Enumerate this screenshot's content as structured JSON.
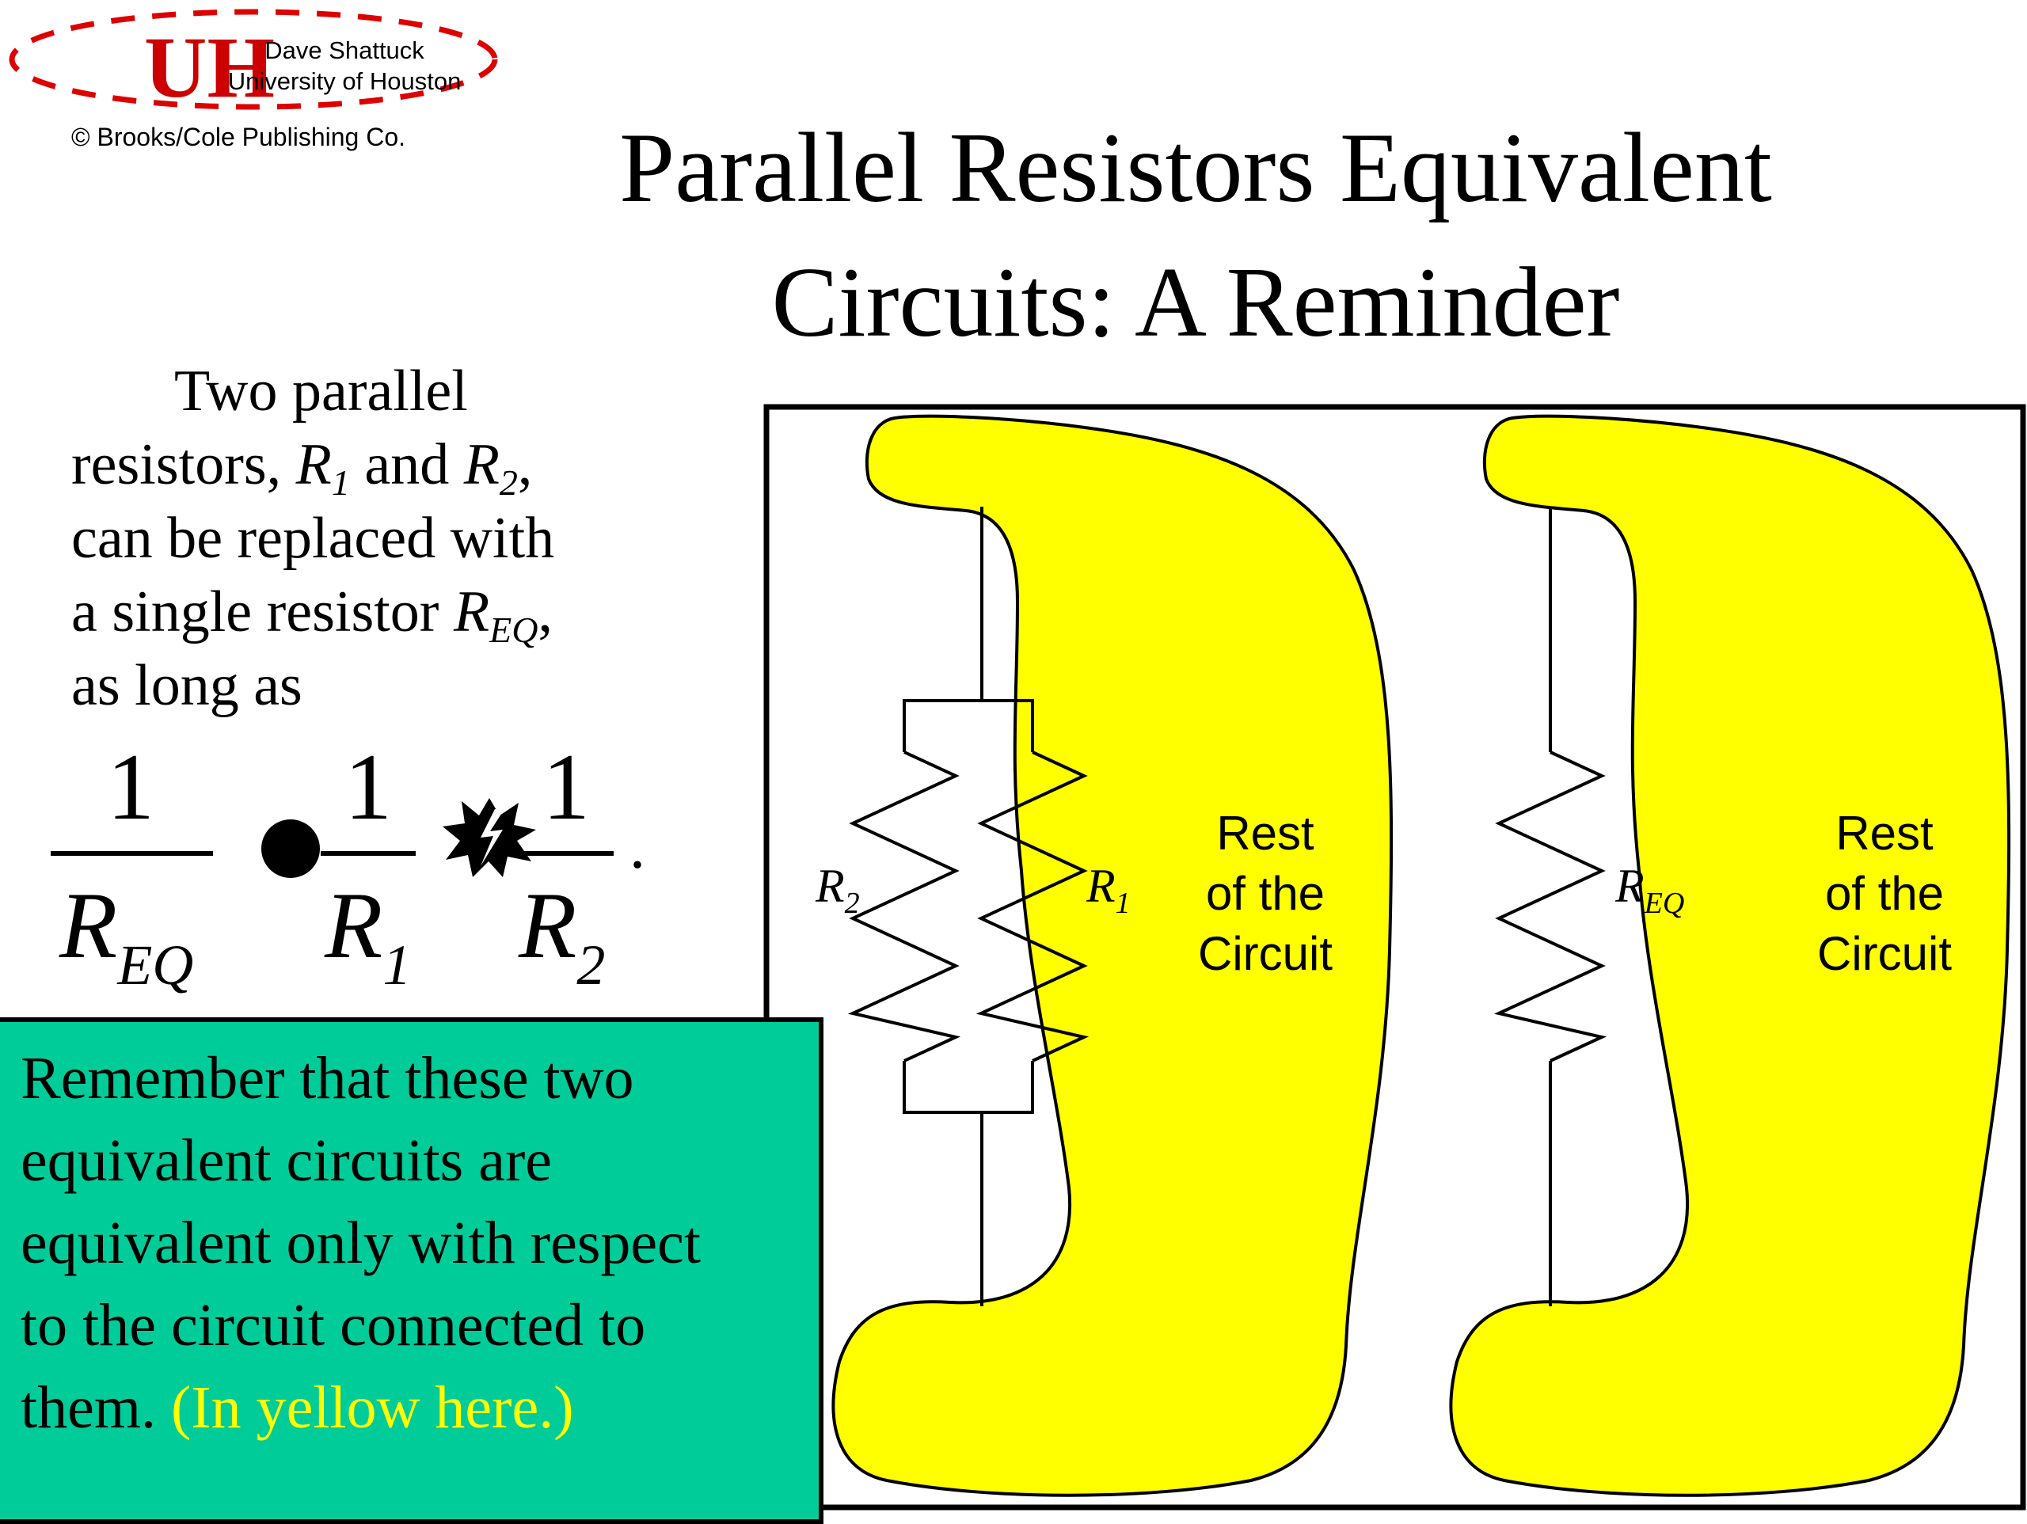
{
  "header": {
    "logo_text": "UH",
    "author_name": "Dave Shattuck",
    "author_affiliation": "University of Houston",
    "copyright": "© Brooks/Cole Publishing Co."
  },
  "title": {
    "line1": "Parallel Resistors Equivalent",
    "line2": "Circuits: A Reminder"
  },
  "description": {
    "line1": "Two parallel",
    "line2_prefix": "resistors, ",
    "r1_base": "R",
    "r1_sub": "1",
    "and_word": " and ",
    "r2_base": "R",
    "r2_sub": "2",
    "line2_suffix": ",",
    "line3": "can be replaced with",
    "line4_prefix": "a single resistor ",
    "req_base": "R",
    "req_sub": "EQ",
    "line4_suffix": ",",
    "line5": "as long as"
  },
  "formula": {
    "numerator": "1",
    "req_base": "R",
    "req_sub": "EQ",
    "r1_base": "R",
    "r1_sub": "1",
    "r2_base": "R",
    "r2_sub": "2",
    "end_mark": "."
  },
  "note": {
    "line1": "Remember that these two",
    "line2": "equivalent circuits are",
    "line3": "equivalent only with respect",
    "line4": "to the circuit connected to",
    "line5_prefix": "them. ",
    "line5_highlight": "(In yellow here.)",
    "background_color": "#00cc99",
    "highlight_color": "#ffff00"
  },
  "circuit": {
    "left": {
      "r2_label_base": "R",
      "r2_label_sub": "2",
      "r1_label_base": "R",
      "r1_label_sub": "1",
      "rest_line1": "Rest",
      "rest_line2": "of the",
      "rest_line3": "Circuit"
    },
    "right": {
      "req_label_base": "R",
      "req_label_sub": "EQ",
      "rest_line1": "Rest",
      "rest_line2": "of the",
      "rest_line3": "Circuit"
    },
    "blob_color": "#ffff00"
  }
}
